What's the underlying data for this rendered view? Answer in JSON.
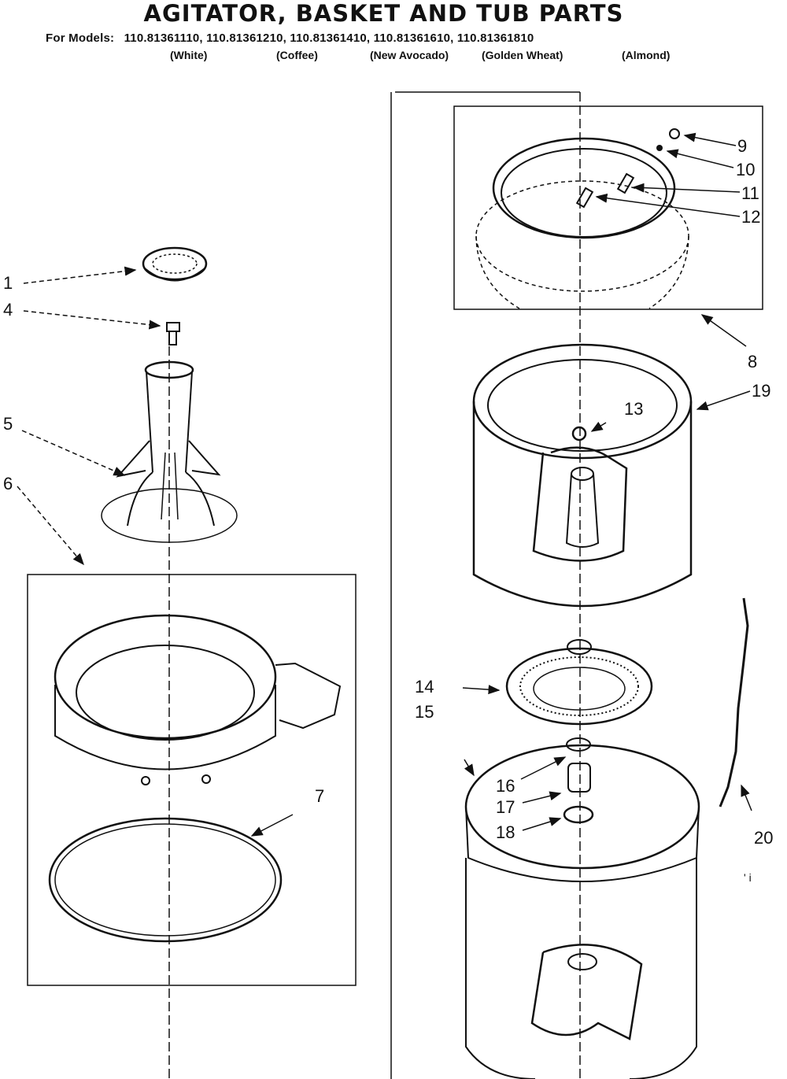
{
  "header": {
    "title": "AGITATOR, BASKET AND TUB PARTS",
    "models_prefix": "For Models:",
    "models": [
      "110.81361110,",
      "110.81361210,",
      "110.81361410,",
      "110.81361610,",
      "110.81361810"
    ],
    "colors": [
      "(White)",
      "(Coffee)",
      "(New Avocado)",
      "(Golden Wheat)",
      "(Almond)"
    ]
  },
  "part_labels": [
    "1",
    "4",
    "5",
    "6",
    "7",
    "8",
    "9",
    "10",
    "11",
    "12",
    "13",
    "14",
    "15",
    "16",
    "17",
    "18",
    "19",
    "20"
  ],
  "footnote_mark": "' i"
}
